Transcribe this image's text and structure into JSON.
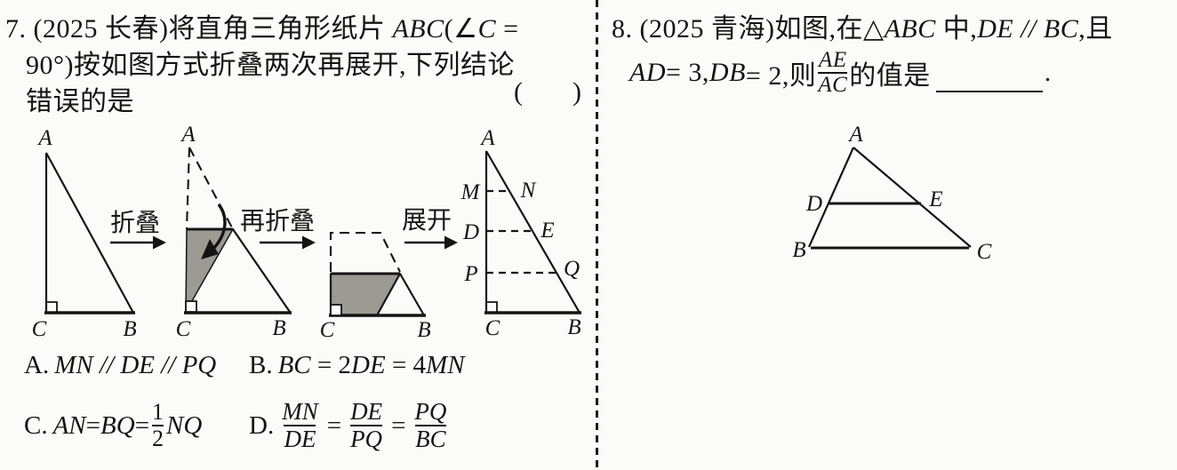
{
  "colors": {
    "ink": "#141414",
    "paper": "#fbfbf9",
    "shade": "#9c9a92"
  },
  "p7": {
    "stem": {
      "num": "7.",
      "s1": "(2025 长春)将直角三角形纸片 ",
      "abc": "ABC",
      "lp": "(",
      "ang": "∠",
      "cvar": "C",
      "eq": " =",
      "line2": "90°)按如图方式折叠两次再展开,下列结论",
      "line3": "错误的是",
      "bracket_open": "(",
      "bracket_close": ")"
    },
    "steps": {
      "fold1": "折叠",
      "fold2": "再折叠",
      "unfold": "展开"
    },
    "figA": {
      "A": "A",
      "C": "C",
      "B": "B"
    },
    "figB": {
      "A": "A",
      "C": "C",
      "B": "B"
    },
    "figC": {
      "C": "C",
      "B": "B"
    },
    "figD": {
      "A": "A",
      "M": "M",
      "N": "N",
      "D": "D",
      "E": "E",
      "P": "P",
      "Q": "Q",
      "C": "C",
      "B": "B"
    },
    "opts": {
      "a_label": "A.",
      "a_text": "MN // DE // PQ",
      "b_label": "B.",
      "b1": "BC",
      "b2": " = 2",
      "b3": "DE",
      "b4": " = 4",
      "b5": "MN",
      "c_label": "C.",
      "c1": "AN",
      "c2": " = ",
      "c3": "BQ",
      "c4": " = ",
      "c_num": "1",
      "c_den": "2",
      "c5": "NQ",
      "d_label": "D.",
      "d1n": "MN",
      "d1d": "DE",
      "deq1": "=",
      "d2n": "DE",
      "d2d": "PQ",
      "deq2": "=",
      "d3n": "PQ",
      "d3d": "BC"
    }
  },
  "p8": {
    "stem": {
      "num": "8.",
      "s1": "(2025 青海)如图,在",
      "tri": "△",
      "abc": "ABC",
      "s2": " 中,",
      "debc": "DE // BC",
      "s3": ",且",
      "ad": "AD",
      "v1": " = 3,",
      "db": "DB",
      "v2": " = 2,则",
      "frac_num": "AE",
      "frac_den": "AC",
      "suffix": "的值是",
      "period": "."
    },
    "fig": {
      "A": "A",
      "B": "B",
      "C": "C",
      "D": "D",
      "E": "E"
    }
  }
}
